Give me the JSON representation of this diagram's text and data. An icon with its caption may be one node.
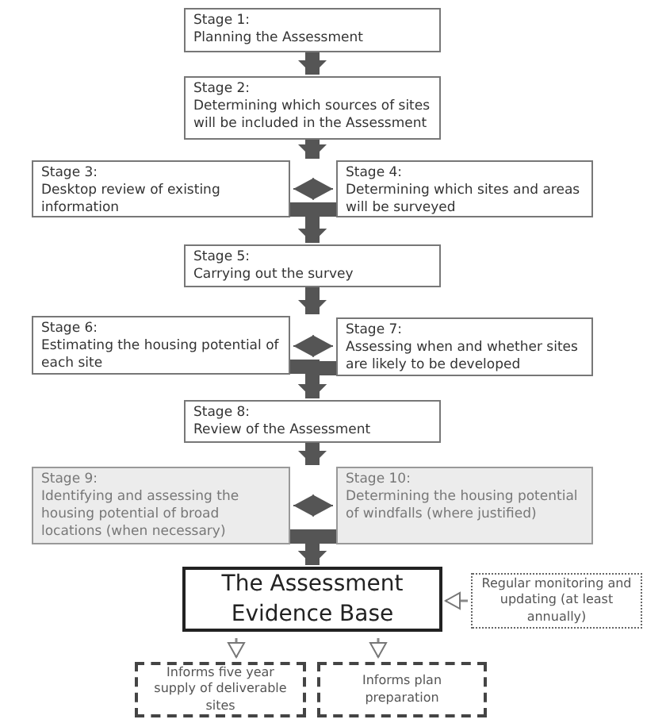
{
  "diagram": {
    "nodes": [
      {
        "text": [
          "Stage 1:",
          "Planning the Assessment"
        ]
      },
      {
        "text": [
          "Stage 2:",
          "Determining which sources of sites will be included in the Assessment"
        ]
      },
      {
        "text": [
          "Stage 3:",
          "Desktop review of existing information"
        ]
      },
      {
        "text": [
          "Stage 4:",
          "Determining which sites and areas will be surveyed"
        ]
      },
      {
        "text": [
          "Stage 5:",
          "Carrying out the survey"
        ]
      },
      {
        "text": [
          "Stage 6:",
          "Estimating the housing potential of each site"
        ]
      },
      {
        "text": [
          "Stage 7:",
          "Assessing when and whether sites are likely to be developed"
        ]
      },
      {
        "text": [
          "Stage 8:",
          "Review of the Assessment"
        ]
      },
      {
        "text": [
          "Stage 9:",
          "Identifying and assessing the housing potential of broad locations (when necessary)"
        ]
      },
      {
        "text": [
          "Stage 10:",
          "Determining the housing potential of windfalls (where justified)"
        ]
      },
      {
        "text": [
          "The Assessment Evidence Base"
        ]
      },
      {
        "text": [
          "Regular monitoring and updating (at least annually)"
        ]
      },
      {
        "text": [
          "Informs five year supply of deliverable sites"
        ]
      },
      {
        "text": [
          "Informs plan preparation"
        ]
      }
    ],
    "edges": [
      {
        "from": 0,
        "to": 1,
        "arrow": "to"
      },
      {
        "from": 1,
        "to": 2,
        "arrow": "to"
      },
      {
        "from": 1,
        "to": 3,
        "arrow": "to"
      },
      {
        "from": 2,
        "to": 3,
        "arrow": "both"
      },
      {
        "from": 2,
        "to": 4,
        "arrow": "to"
      },
      {
        "from": 3,
        "to": 4,
        "arrow": "to"
      },
      {
        "from": 4,
        "to": 5,
        "arrow": "to"
      },
      {
        "from": 4,
        "to": 6,
        "arrow": "to"
      },
      {
        "from": 5,
        "to": 6,
        "arrow": "both"
      },
      {
        "from": 5,
        "to": 7,
        "arrow": "to"
      },
      {
        "from": 6,
        "to": 7,
        "arrow": "to"
      },
      {
        "from": 7,
        "to": 8,
        "arrow": "to"
      },
      {
        "from": 7,
        "to": 9,
        "arrow": "to"
      },
      {
        "from": 8,
        "to": 9,
        "arrow": "both"
      },
      {
        "from": 8,
        "to": 10,
        "arrow": "to"
      },
      {
        "from": 9,
        "to": 10,
        "arrow": "to"
      },
      {
        "from": 11,
        "to": 10,
        "arrow": "to",
        "color": "#888888"
      },
      {
        "from": 10,
        "to": 12,
        "arrow": "to",
        "color": "#888888"
      },
      {
        "from": 10,
        "to": 13,
        "arrow": "to",
        "color": "#888888"
      }
    ]
  }
}
